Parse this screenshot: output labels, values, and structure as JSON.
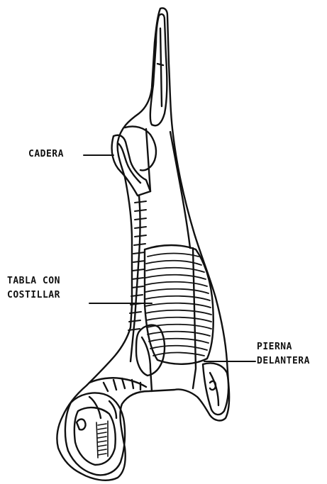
{
  "labels": {
    "cadera": "CADERA",
    "tabla_line1": "TABLA CON",
    "tabla_line2": "COSTILLAR",
    "pierna_line1": "PIERNA",
    "pierna_line2": "DELANTERA"
  },
  "colors": {
    "ink": "#111111",
    "background": "#ffffff"
  }
}
